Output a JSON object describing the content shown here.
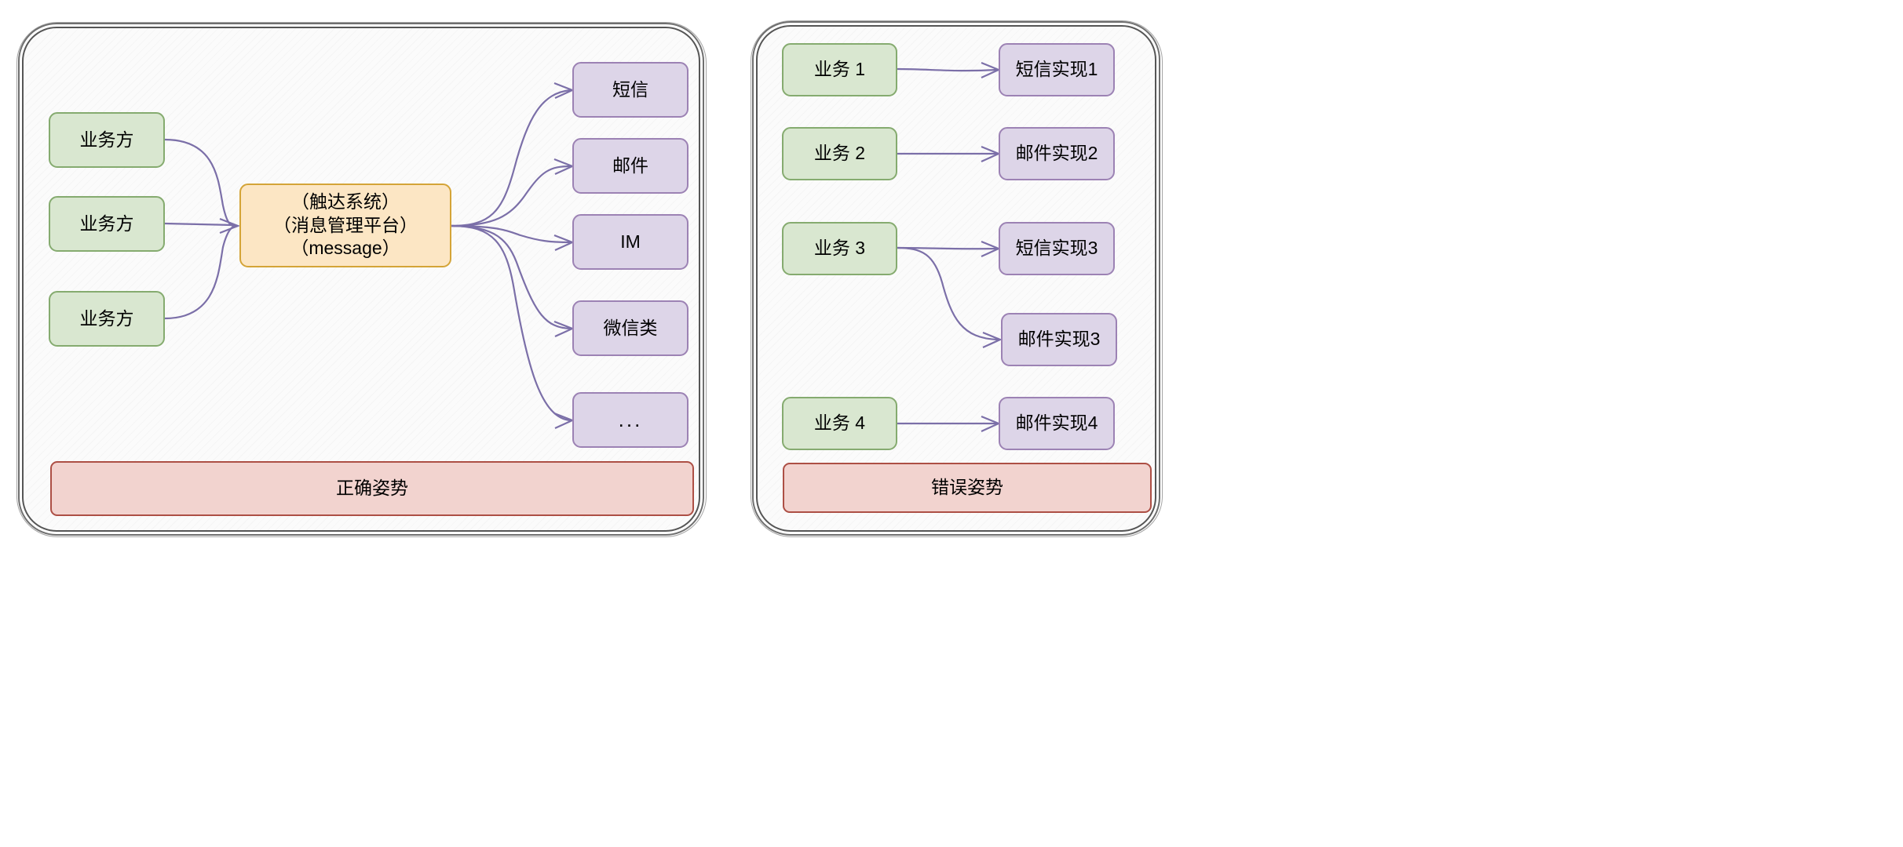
{
  "diagram": {
    "title_left": "正确姿势",
    "title_right": "错误姿势",
    "colors": {
      "green_fill": "#d9e7d0",
      "green_border": "#85ab6f",
      "purple_fill": "#ddd5e8",
      "purple_border": "#9c82b4",
      "orange_fill": "#fce6c4",
      "orange_border": "#d4a437",
      "red_fill": "#f2d3cf",
      "red_border": "#ad4f45",
      "edge": "#7b6fa8",
      "panel_border": "#555555",
      "panel_fill": "#fbfbfb"
    }
  },
  "left_panel": {
    "banner": "正确姿势",
    "producers": [
      {
        "label": "业务方"
      },
      {
        "label": "业务方"
      },
      {
        "label": "业务方"
      }
    ],
    "hub": {
      "line1": "（触达系统）",
      "line2": "（消息管理平台）",
      "line3": "（message）"
    },
    "channels": [
      {
        "label": "短信"
      },
      {
        "label": "邮件"
      },
      {
        "label": "IM"
      },
      {
        "label": "微信类"
      },
      {
        "label": "..."
      }
    ]
  },
  "right_panel": {
    "banner": "错误姿势",
    "businesses": [
      {
        "label": "业务 1"
      },
      {
        "label": "业务 2"
      },
      {
        "label": "业务 3"
      },
      {
        "label": "业务 4"
      }
    ],
    "implementations": [
      {
        "label": "短信实现1"
      },
      {
        "label": "邮件实现2"
      },
      {
        "label": "短信实现3"
      },
      {
        "label": "邮件实现3"
      },
      {
        "label": "邮件实现4"
      }
    ]
  }
}
